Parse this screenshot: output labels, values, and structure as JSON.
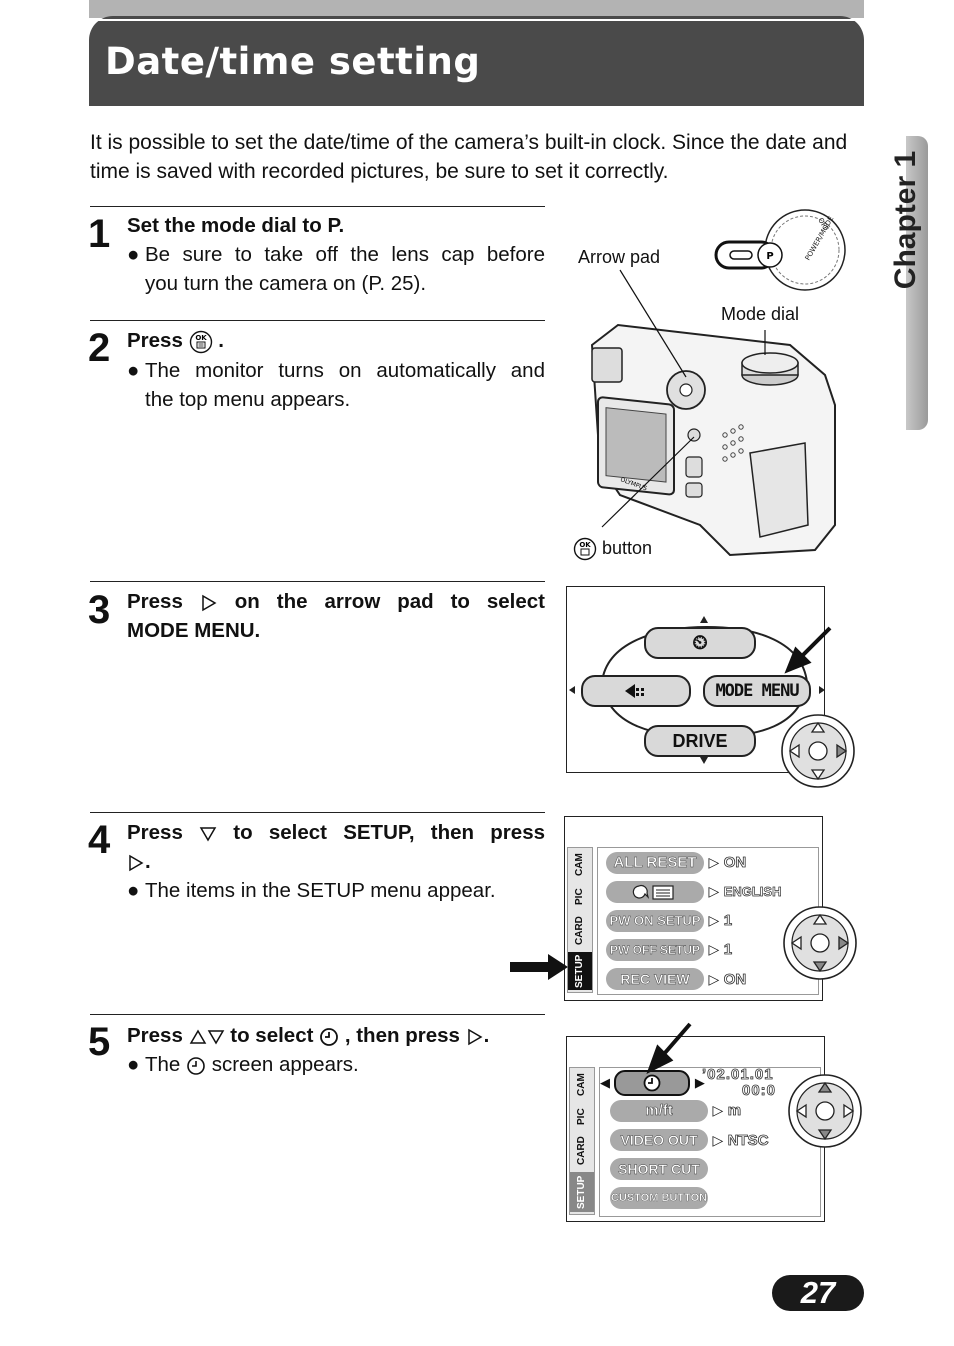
{
  "header": {
    "title": "Date/time setting"
  },
  "intro": "It is possible to set the date/time of the camera’s built-in clock. Since the date and time is saved with recorded pictures, be sure to set it correctly.",
  "chapter_tab": "Chapter 1",
  "steps": [
    {
      "num": "1",
      "title": "Set the mode dial to P.",
      "body_line1": "Be sure to take off the lens cap before",
      "body_line2": "you turn the camera on (P. 25)."
    },
    {
      "num": "2",
      "title_prefix": "Press",
      "title_suffix": ".",
      "body_line1": "The monitor turns on automatically and",
      "body_line2": "the top menu appears."
    },
    {
      "num": "3",
      "title_line1_a": "Press",
      "title_line1_b": "on the arrow pad to select",
      "title_line2": "MODE MENU."
    },
    {
      "num": "4",
      "title_line1_a": "Press",
      "title_line1_b": "to select SETUP, then press",
      "title_line2_suffix": ".",
      "body_line1": "The items in the SETUP menu appear."
    },
    {
      "num": "5",
      "title_a": "Press",
      "title_b": "to select",
      "title_c": ", then press",
      "title_d": ".",
      "body_a": "The",
      "body_b": "screen appears."
    }
  ],
  "camera_labels": {
    "arrow_pad": "Arrow pad",
    "mode_dial": "Mode dial",
    "ok_button": "button"
  },
  "camera_marks": {
    "dial_p": "P",
    "brand": "OLYMPUS",
    "ok": "OK",
    "dial_power": "POWER/MODE",
    "dial_off": "OFF"
  },
  "top_menu": {
    "top": "⏲",
    "left": "",
    "right": "MODE MENU",
    "bottom": "DRIVE"
  },
  "setup_menu": {
    "tabs": [
      "CAM",
      "PIC",
      "CARD",
      "SETUP"
    ],
    "items": [
      {
        "label": "ALL RESET",
        "value": "ON"
      },
      {
        "label": "",
        "value": "ENGLISH"
      },
      {
        "label": "PW ON SETUP",
        "value": "1"
      },
      {
        "label": "PW OFF SETUP",
        "value": "1"
      },
      {
        "label": "REC VIEW",
        "value": "ON"
      }
    ]
  },
  "setup_menu2": {
    "tabs": [
      "CAM",
      "PIC",
      "CARD",
      "SETUP"
    ],
    "date": "’02.01.01",
    "time": "00:0",
    "items": [
      {
        "label": "",
        "value": ""
      },
      {
        "label": "m/ft",
        "value": "m"
      },
      {
        "label": "VIDEO OUT",
        "value": "NTSC"
      },
      {
        "label": "SHORT CUT",
        "value": ""
      },
      {
        "label": "CUSTOM BUTTON",
        "value": ""
      }
    ]
  },
  "page_number": "27"
}
